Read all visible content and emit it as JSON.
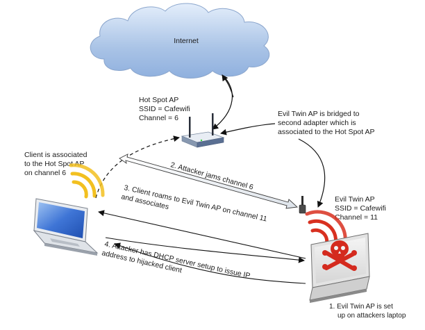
{
  "cloud": {
    "label": "Internet"
  },
  "hotspot": {
    "lines": [
      "Hot Spot AP",
      "SSID = Cafewifi",
      "Channel = 6"
    ]
  },
  "bridge_note": {
    "lines": [
      "Evil Twin AP is bridged to",
      "second adapter which is",
      "associated to the Hot Spot AP"
    ]
  },
  "client_note": {
    "lines": [
      "Client is associated",
      "to the Hot Spot AP",
      "on channel 6"
    ]
  },
  "evil_twin": {
    "lines": [
      "Evil Twin AP",
      "SSID = Cafewifi",
      "Channel = 11"
    ]
  },
  "steps": {
    "step1": [
      "1. Evil Twin AP is set",
      "up on attackers laptop"
    ],
    "step2": "2. Attacker jams channel 6",
    "step3": [
      "3. Client roams to Evil Twin AP on channel 11",
      "and associates"
    ],
    "step4": [
      "4. Attacker has DHCP server setup to issue IP",
      "address to hijacked client"
    ]
  },
  "icons": {
    "cloud": "cloud-icon",
    "router": "wireless-router-icon",
    "antenna": "usb-antenna-icon",
    "client_laptop": "laptop-icon",
    "attacker_laptop": "laptop-icon",
    "skull": "skull-crossbones-icon"
  },
  "colors": {
    "wifi_waves": "#f2c020",
    "attacker_waves": "#d83020",
    "skull": "#d42a1e",
    "cloud_fill": "#a9c3e6",
    "laptop_screen": "#2f63c8"
  }
}
